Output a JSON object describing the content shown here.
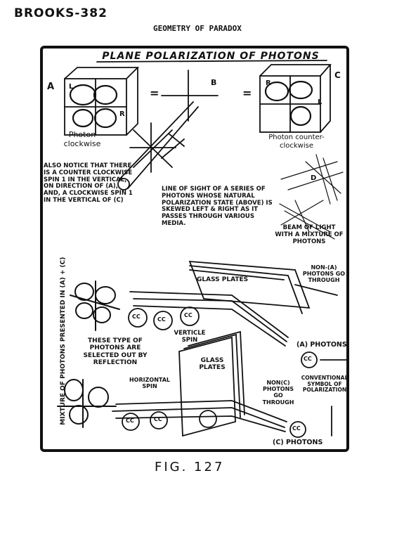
{
  "header": {
    "id_stamp": "BROOKS-382",
    "book_title": "GEOMETRY OF PARADOX"
  },
  "figure": {
    "title": "PLANE POLARIZATION OF PHOTONS",
    "caption": "FIG. 127",
    "labels": {
      "a": "A",
      "b": "B",
      "c": "C",
      "d": "D",
      "l": "L",
      "r": "R",
      "eq": "=",
      "cc": "CC"
    },
    "notes": {
      "photon_clockwise": "Photon clockwise",
      "photon_counter": "Photon counter-clockwise",
      "also_notice": "ALSO NOTICE THAT THERE IS A COUNTER CLOCKWISE SPIN 1 IN THE VERTICAL, ON DIRECTION OF (A), AND, A CLOCKWISE SPIN 1 IN THE VERTICAL OF (C)",
      "line_of_sight": "LINE OF SIGHT OF A SERIES OF PHOTONS WHOSE NATURAL POLARIZATION STATE (ABOVE) IS SKEWED LEFT & RIGHT AS IT PASSES THROUGH VARIOUS MEDIA.",
      "beam": "BEAM OF LIGHT WITH A MIXTURE OF PHOTONS",
      "glass_plates_1": "GLASS PLATES",
      "glass_plates_2": "GLASS PLATES",
      "non_a": "NON-(A) PHOTONS GO THROUGH",
      "non_c": "NON(C) PHOTONS GO THROUGH",
      "vertical_spin": "VERTICLE SPIN",
      "horizontal_spin": "HORIZONTAL SPIN",
      "these_type": "THESE TYPE OF PHOTONS ARE SELECTED OUT BY REFLECTION",
      "a_photons": "(A) PHOTONS",
      "c_photons": "(C) PHOTONS",
      "conventional": "CONVENTIONAL SYMBOL OF POLARIZATION",
      "mixture_side": "MIXTURE OF PHOTONS PRESENTED IN (A) + (C)"
    }
  }
}
